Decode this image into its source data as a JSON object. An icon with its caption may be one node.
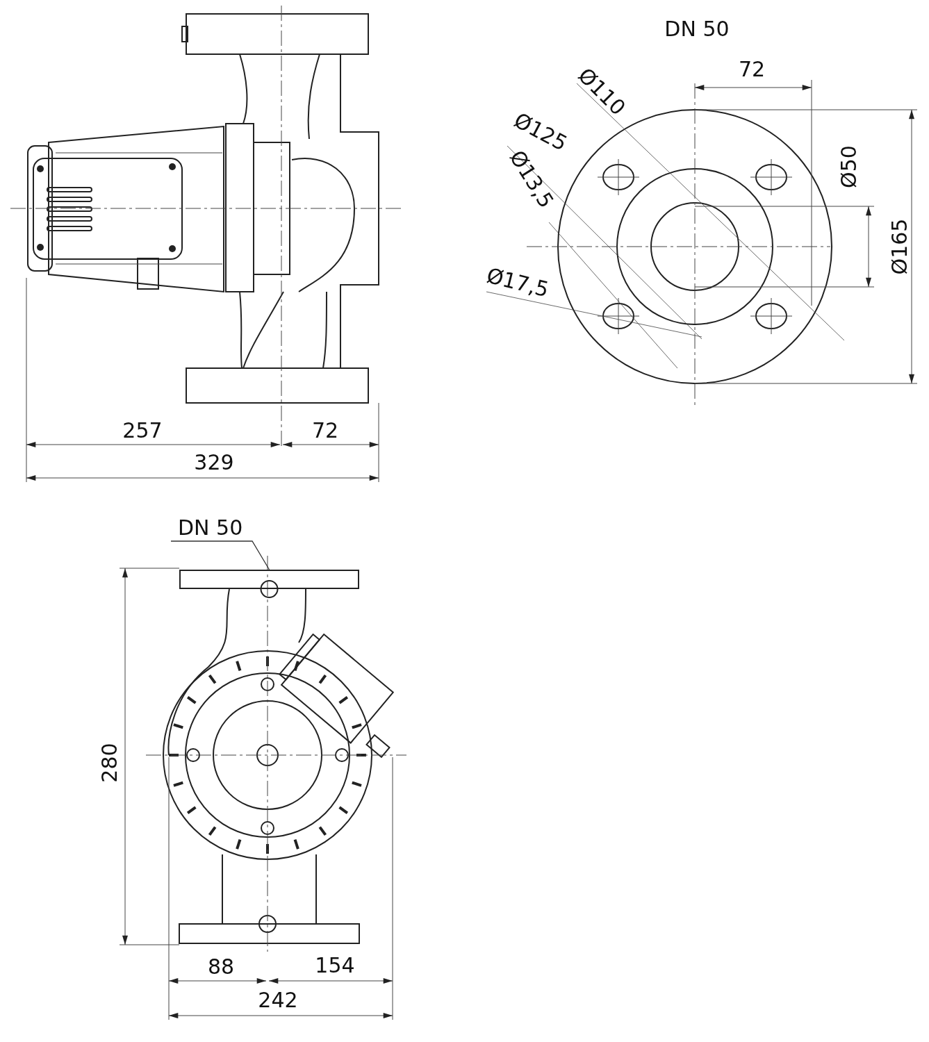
{
  "diagram": {
    "nodes": [
      {
        "text": [
          "DN 50"
        ]
      },
      {
        "text": [],
        "shape": "box"
      }
    ],
    "edges": [
      {
        "from": 0,
        "to": 1,
        "arrow": "none"
      }
    ],
    "labels": [
      "DN 50",
      "Ø110",
      "72",
      "Ø125",
      "Ø13,5",
      "Ø50",
      "Ø165",
      "Ø17,5",
      "257",
      "72",
      "329",
      "280",
      "88",
      "154",
      "242"
    ]
  }
}
